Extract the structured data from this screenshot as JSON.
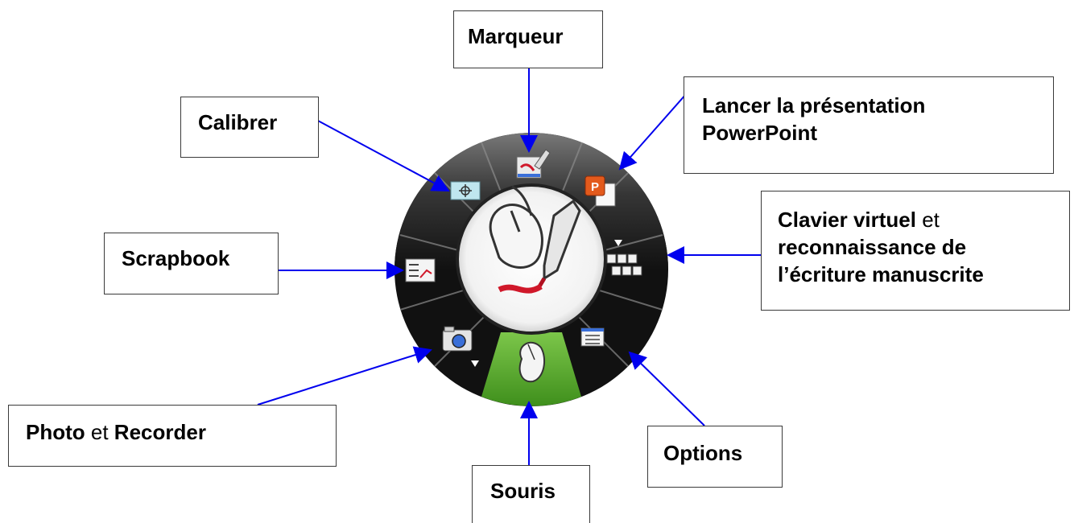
{
  "labels": {
    "marqueur": "Marqueur",
    "lancer_line1": "Lancer la présentation",
    "lancer_line2": "PowerPoint",
    "calibrer": "Calibrer",
    "clavier_bold": "Clavier virtuel",
    "clavier_et": " et",
    "clavier_line2": "reconnaissance de",
    "clavier_line3": "l’écriture manuscrite",
    "scrapbook": "Scrapbook",
    "photo_bold": "Photo",
    "photo_et": " et ",
    "photo_recorder": "Recorder",
    "options": "Options",
    "souris": "Souris"
  },
  "colors": {
    "arrow": "#0000ee",
    "wheel_dark": "#1a1a1a",
    "wheel_light": "#6b6b6b",
    "active_segment": "#5fae2e",
    "center_disc": "#ffffff",
    "marker_ink": "#d0182a"
  },
  "icons": [
    "marker-tool-icon",
    "powerpoint-icon",
    "keyboard-icon",
    "options-icon",
    "mouse-icon",
    "camera-icon",
    "scrapbook-icon",
    "calibrate-icon",
    "mouse-pen-logo-icon"
  ]
}
